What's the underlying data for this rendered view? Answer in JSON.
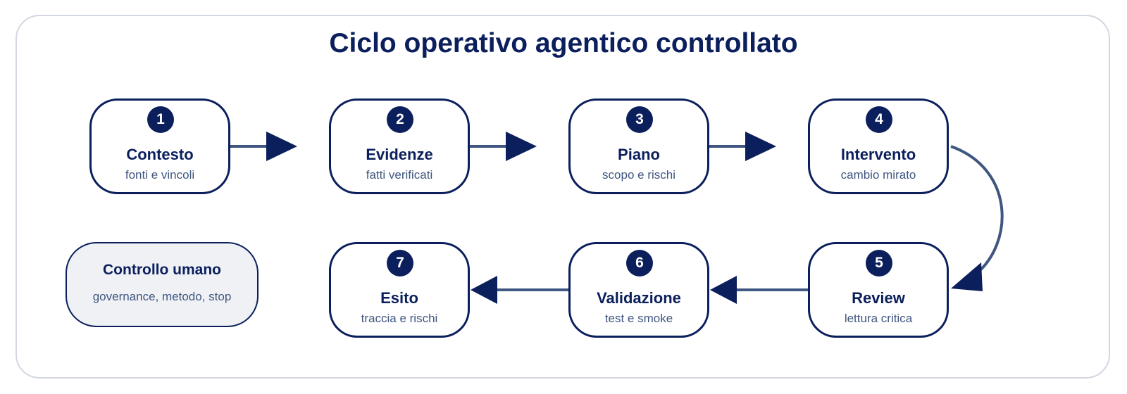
{
  "title": "Ciclo operativo agentico controllato",
  "steps": [
    {
      "number": "1",
      "label": "Contesto",
      "subtitle": "fonti e vincoli"
    },
    {
      "number": "2",
      "label": "Evidenze",
      "subtitle": "fatti verificati"
    },
    {
      "number": "3",
      "label": "Piano",
      "subtitle": "scopo e rischi"
    },
    {
      "number": "4",
      "label": "Intervento",
      "subtitle": "cambio mirato"
    },
    {
      "number": "5",
      "label": "Review",
      "subtitle": "lettura critica"
    },
    {
      "number": "6",
      "label": "Validazione",
      "subtitle": "test e smoke"
    },
    {
      "number": "7",
      "label": "Esito",
      "subtitle": "traccia e rischi"
    }
  ],
  "human_control": {
    "label": "Controllo umano",
    "subtitle": "governance, metodo, stop"
  },
  "colors": {
    "node_border": "#0b1f5c",
    "connector": "#3f5680",
    "arrowhead": "#0b1f5c",
    "human_fill": "#eff1f5"
  }
}
